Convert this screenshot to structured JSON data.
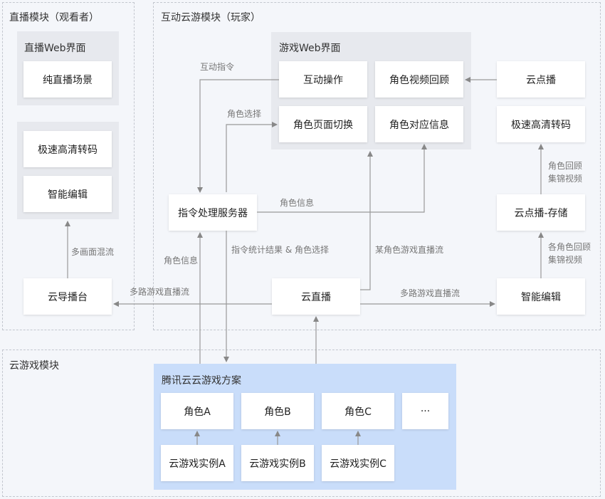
{
  "regions": {
    "live": "直播模块（观看者）",
    "interactive": "互动云游模块（玩家）",
    "cloud_game": "云游戏模块"
  },
  "panels": {
    "live_web": "直播Web界面",
    "game_web": "游戏Web界面",
    "tencent": "腾讯云云游戏方案"
  },
  "boxes": {
    "pure_live": "纯直播场景",
    "fast_hd_left": "极速高清转码",
    "smart_edit_left": "智能编辑",
    "director": "云导播台",
    "interact_op": "互动操作",
    "role_video_review": "角色视频回顾",
    "role_page_switch": "角色页面切换",
    "role_info": "角色对应信息",
    "vod": "云点播",
    "fast_hd_right": "极速高清转码",
    "cmd_server": "指令处理服务器",
    "vod_storage": "云点播-存储",
    "cloud_live": "云直播",
    "smart_edit_right": "智能编辑",
    "role_a": "角色A",
    "role_b": "角色B",
    "role_c": "角色C",
    "role_more": "···",
    "inst_a": "云游戏实例A",
    "inst_b": "云游戏实例B",
    "inst_c": "云游戏实例C"
  },
  "labels": {
    "interact_cmd": "互动指令",
    "role_select": "角色选择",
    "role_info_top": "角色信息",
    "role_info_left": "角色信息",
    "cmd_stats": "指令统计结果 & 角色选择",
    "role_stream": "某角色游戏直播流",
    "multi_mix": "多画面混流",
    "multi_stream_left": "多路游戏直播流",
    "multi_stream_right": "多路游戏直播流",
    "role_review_1": "角色回顾",
    "role_review_2": "集锦视频",
    "each_review_1": "各角色回顾",
    "each_review_2": "集锦视频"
  }
}
